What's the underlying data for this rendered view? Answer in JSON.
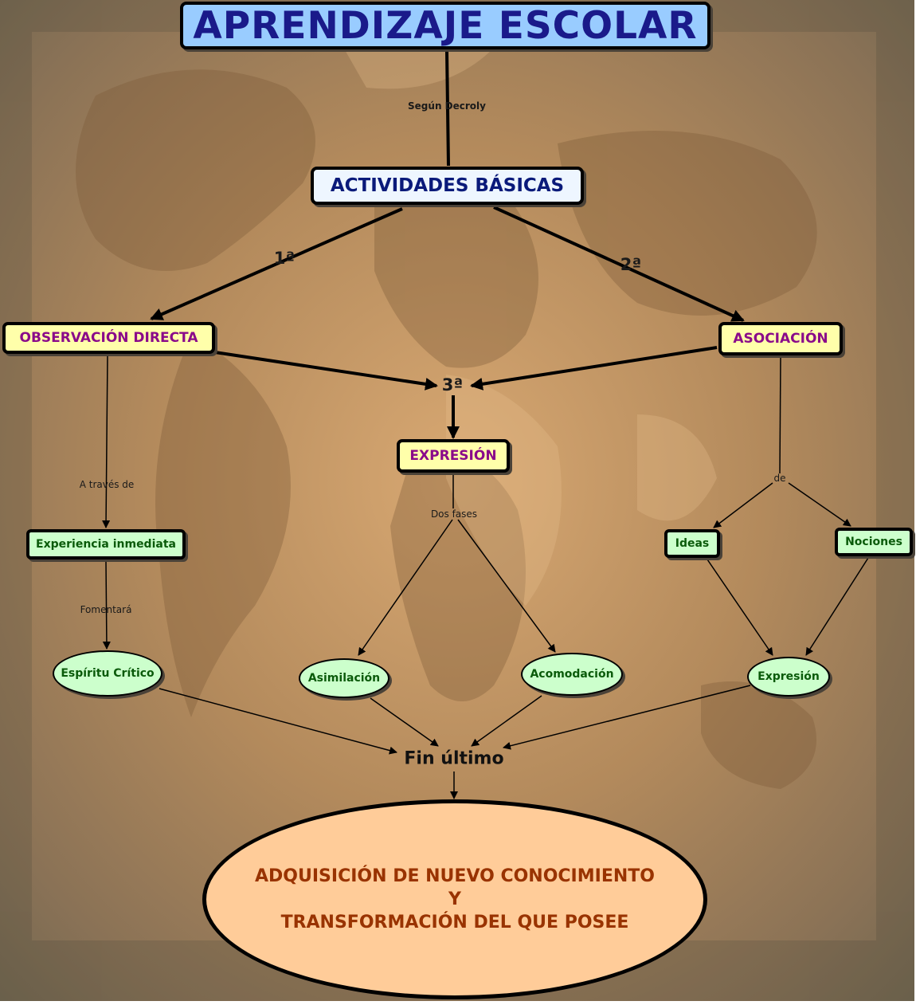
{
  "title": "APRENDIZAJE ESCOLAR",
  "nodes": {
    "basic": "ACTIVIDADES BÁSICAS",
    "observacion": "OBSERVACIÓN DIRECTA",
    "asociacion": "ASOCIACIÓN",
    "expresion": "EXPRESIÓN",
    "experiencia": "Experiencia inmediata",
    "espiritu": "Espíritu Crítico",
    "asimilacion": "Asimilación",
    "acomodacion": "Acomodación",
    "ideas": "Ideas",
    "nociones": "Nociones",
    "expresion2": "Expresión",
    "final_line1": "ADQUISICIÓN DE NUEVO CONOCIMIENTO",
    "final_line2": "Y",
    "final_line3": "TRANSFORMACIÓN DEL QUE POSEE"
  },
  "links": {
    "segun": "Según Decroly",
    "primera": "1ª",
    "segunda": "2ª",
    "tercera": "3ª",
    "a_traves": "A través de",
    "fomentara": "Fomentará",
    "dos_fases": "Dos fases",
    "de": "de",
    "fin_ultimo": "Fin último"
  },
  "colors": {
    "title_fill": "#99ccff",
    "yellow_fill": "#ffffaa",
    "green_fill": "#ccffcc",
    "final_fill": "#ffcc99"
  }
}
